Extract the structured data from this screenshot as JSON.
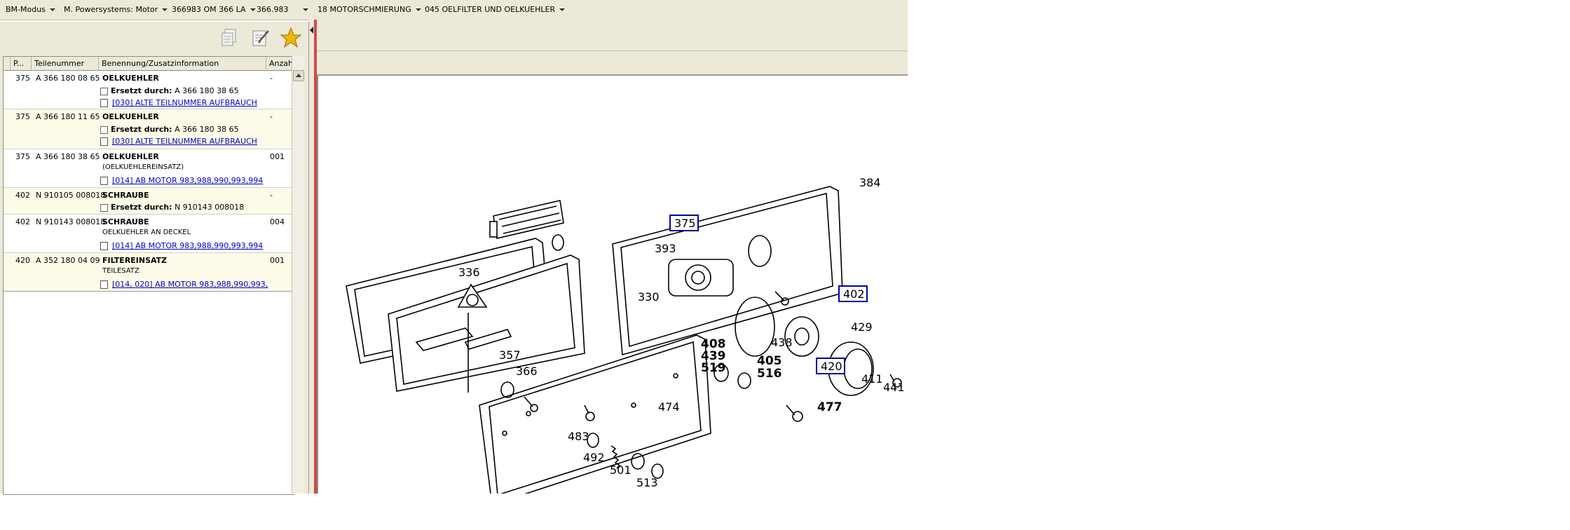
{
  "breadcrumb": {
    "items": [
      {
        "label": "BM-Modus"
      },
      {
        "label": "M. Powersystems: Motor"
      },
      {
        "label": "366983 OM 366 LA"
      },
      {
        "label": "366.983"
      },
      {
        "label": "18 MOTORSCHMIERUNG"
      },
      {
        "label": "045 OELFILTER UND OELKUEHLER"
      }
    ]
  },
  "toolbar": {
    "copy_icon": "copy-icon",
    "edit_icon": "edit-note-icon",
    "favorite_icon": "star-icon",
    "favorite_color": "#f2b600"
  },
  "table": {
    "headers": {
      "pos": "P...",
      "number": "Teilenummer",
      "name": "Benennung/Zusatzinformation",
      "qty": "Anzahl"
    },
    "rows": [
      {
        "pos": "375",
        "number": "A 366 180 08 65",
        "name": "OELKUEHLER",
        "qty": "-",
        "replaced_label": "Ersetzt durch:",
        "replaced_by": "A 366 180 38 65",
        "link": "[030] ALTE TEILNUMMER AUFBRAUCH"
      },
      {
        "pos": "375",
        "number": "A 366 180 11 65",
        "name": "OELKUEHLER",
        "qty": "-",
        "replaced_label": "Ersetzt durch:",
        "replaced_by": "A 366 180 38 65",
        "link": "[030] ALTE TEILNUMMER AUFBRAUCH"
      },
      {
        "pos": "375",
        "number": "A 366 180 38 65",
        "name": "OELKUEHLER",
        "qty": "001",
        "info": "(OELKUEHLEREINSATZ)",
        "link": "[014] AB MOTOR 983,988,990,993,994"
      },
      {
        "pos": "402",
        "number": "N 910105 008018",
        "name": "SCHRAUBE",
        "qty": "-",
        "replaced_label": "Ersetzt durch:",
        "replaced_by": "N 910143 008018"
      },
      {
        "pos": "402",
        "number": "N 910143 008018",
        "name": "SCHRAUBE",
        "qty": "004",
        "info": "OELKUEHLER AN DECKEL",
        "link": "[014] AB MOTOR 983,988,990,993,994"
      },
      {
        "pos": "420",
        "number": "A 352 180 04 09",
        "name": "FILTEREINSATZ",
        "qty": "001",
        "info": "TEILESATZ",
        "link": "[014, 020] AB MOTOR 983,988,990,993,"
      }
    ]
  },
  "diagram": {
    "labels": [
      "384",
      "375",
      "393",
      "336",
      "402",
      "330",
      "429",
      "438",
      "357",
      "366",
      "408",
      "439",
      "519",
      "405",
      "516",
      "420",
      "411",
      "441",
      "474",
      "477",
      "483",
      "492",
      "501",
      "513"
    ],
    "highlighted": [
      "375",
      "402",
      "420"
    ],
    "highlight_color": "#0000a0"
  }
}
